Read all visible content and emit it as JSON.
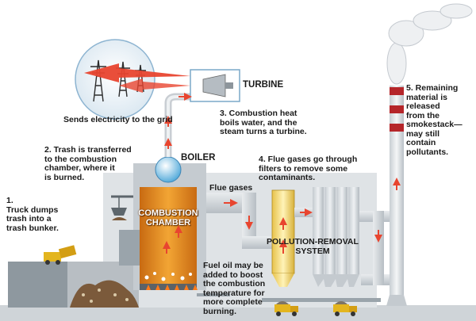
{
  "labels": {
    "turbine": "TURBINE",
    "boiler": "BOILER",
    "flue_gases": "Flue gases",
    "combustion_chamber": "COMBUSTION\nCHAMBER",
    "pollution_removal": "POLLUTION-REMOVAL\nSYSTEM",
    "grid": "Sends electricity to the grid"
  },
  "steps": {
    "step1": "1.\nTruck dumps\ntrash into a\ntrash bunker.",
    "step2": "2. Trash is transferred\n    to the combustion\n    chamber, where it\n    is burned.",
    "step3": "3. Combustion heat\n    boils water, and the\n    steam turns a turbine.",
    "step4": "4. Flue gases go through\n    filters to remove some\n    contaminants.",
    "step5": "5. Remaining\n    material is\n    released\n    from the\n    smokestack—\n    may still\n    contain\n    pollutants.",
    "fuel_oil": "Fuel oil may be\nadded to boost\nthe combustion\ntemperature for\nmore complete\nburning."
  },
  "colors": {
    "arrow": "#e8452f",
    "chamber": "#e6951f",
    "pipe": "#c9ced3",
    "building": "#9aa4ab",
    "truck": "#e3b51f",
    "stack_band": "#b5262a"
  }
}
